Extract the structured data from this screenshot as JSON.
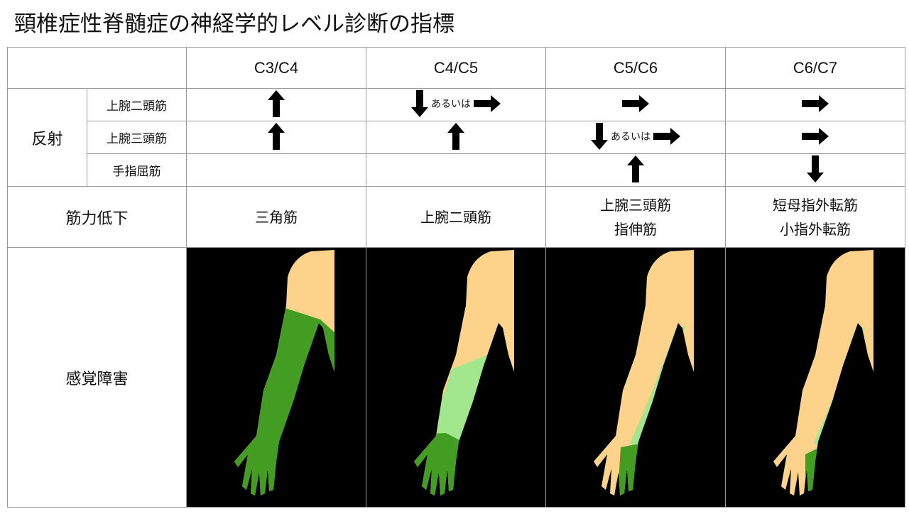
{
  "title": "頸椎症性脊髄症の神経学的レベル診断の指標",
  "columns": [
    "C3/C4",
    "C4/C5",
    "C5/C6",
    "C6/C7"
  ],
  "reflex": {
    "label": "反射",
    "or_text": "あるいは",
    "rows": [
      {
        "label": "上腕二頭筋",
        "cells": [
          "up",
          "down-or-right",
          "right",
          "right"
        ]
      },
      {
        "label": "上腕三頭筋",
        "cells": [
          "up",
          "up",
          "down-or-right",
          "right"
        ]
      },
      {
        "label": "手指屈筋",
        "cells": [
          "",
          "",
          "up",
          "down"
        ]
      }
    ]
  },
  "weakness": {
    "label": "筋力低下",
    "cells": [
      [
        "三角筋"
      ],
      [
        "上腕二頭筋"
      ],
      [
        "上腕三頭筋",
        "指伸筋"
      ],
      [
        "短母指外転筋",
        "小指外転筋"
      ]
    ]
  },
  "sensory": {
    "label": "感覚障害",
    "cells": [
      "C3/C4",
      "C4/C5",
      "C5/C6",
      "C6/C7"
    ]
  },
  "colors": {
    "skin": "#fdd38b",
    "dark_green": "#439d22",
    "light_green": "#a2e68e"
  }
}
